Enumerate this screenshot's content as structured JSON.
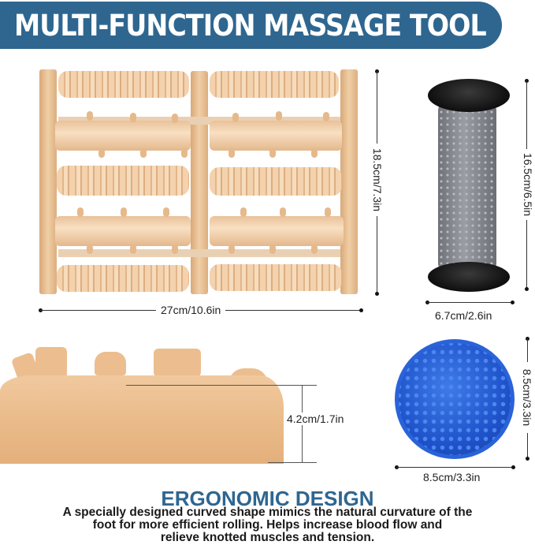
{
  "header": {
    "title": "MULTI-FUNCTION MASSAGE TOOL",
    "bg_color": "#2e6690"
  },
  "wood_roller": {
    "width_label": "27cm/10.6in",
    "height_label": "18.5cm/7.3in"
  },
  "foot_roller": {
    "height_label": "16.5cm/6.5in",
    "width_label": "6.7cm/2.6in"
  },
  "side_view": {
    "height_label": "4.2cm/1.7in"
  },
  "spiky_ball": {
    "height_label": "8.5cm/3.3in",
    "width_label": "8.5cm/3.3in",
    "color": "#2a63d9"
  },
  "feature": {
    "title": "ERGONOMIC DESIGN",
    "lines": [
      "A specially designed curved shape mimics the natural curvature of the",
      "foot for more efficient rolling. Helps increase blood flow and",
      "relieve knotted muscles and tension."
    ]
  }
}
